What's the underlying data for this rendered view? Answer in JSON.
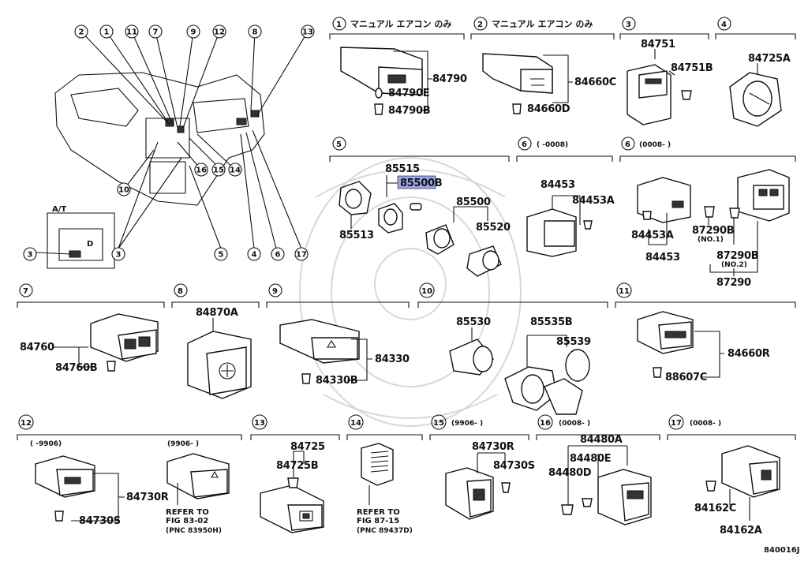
{
  "diagram_code": "840016J",
  "callouts": [
    "1",
    "2",
    "3",
    "4",
    "5",
    "6",
    "7",
    "8",
    "9",
    "10",
    "11",
    "12",
    "13",
    "14",
    "15",
    "16",
    "17"
  ],
  "overview": {
    "at_label": "A/T",
    "shift_label": "D"
  },
  "highlight_color": "#9aa6e6",
  "sections": {
    "s1": {
      "num": "1",
      "note": "マニュアル エアコン のみ",
      "parts": [
        "84790",
        "84790E",
        "84790B"
      ]
    },
    "s2": {
      "num": "2",
      "note": "マニュアル エアコン のみ",
      "parts": [
        "84660C",
        "84660D"
      ]
    },
    "s3": {
      "num": "3",
      "parts": [
        "84751",
        "84751B"
      ]
    },
    "s4": {
      "num": "4",
      "parts": [
        "84725A"
      ]
    },
    "s5": {
      "num": "5",
      "parts": [
        "85515",
        "85500B",
        "85513",
        "85500",
        "85520"
      ]
    },
    "s6a": {
      "num": "6",
      "range": "(   -0008)",
      "parts": [
        "84453",
        "84453A"
      ]
    },
    "s6b": {
      "num": "6",
      "range": "(0008-   )",
      "parts": [
        "84453A",
        "84453",
        "87290B",
        "(NO.1)",
        "87290B",
        "(NO.2)",
        "87290"
      ]
    },
    "s7": {
      "num": "7",
      "parts": [
        "84760",
        "84760B"
      ]
    },
    "s8": {
      "num": "8",
      "parts": [
        "84870A"
      ]
    },
    "s9": {
      "num": "9",
      "parts": [
        "84330",
        "84330B"
      ]
    },
    "s10": {
      "num": "10",
      "parts": [
        "85530",
        "85535B",
        "85539"
      ]
    },
    "s11": {
      "num": "11",
      "parts": [
        "84660R",
        "88607C"
      ]
    },
    "s12": {
      "num": "12",
      "range_a": "(   -9906)",
      "range_b": "(9906-   )",
      "parts": [
        "84730R",
        "84730S"
      ],
      "refer": [
        "REFER TO",
        "FIG 83-02",
        "(PNC 83950H)"
      ]
    },
    "s13": {
      "num": "13",
      "parts": [
        "84725",
        "84725B"
      ]
    },
    "s14": {
      "num": "14",
      "refer": [
        "REFER TO",
        "FIG 87-15",
        "(PNC 89437D)"
      ]
    },
    "s15": {
      "num": "15",
      "range": "(9906-   )",
      "parts": [
        "84730R",
        "84730S"
      ]
    },
    "s16": {
      "num": "16",
      "range": "(0008-   )",
      "parts": [
        "84480A",
        "84480E",
        "84480D"
      ]
    },
    "s17": {
      "num": "17",
      "range": "(0008-   )",
      "parts": [
        "84162C",
        "84162A"
      ]
    }
  }
}
